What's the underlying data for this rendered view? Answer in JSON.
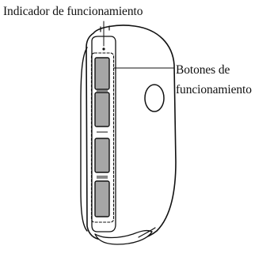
{
  "labels": {
    "indicator": "Indicador de funcionamiento",
    "buttons_line1": "Botones de",
    "buttons_line2": "funcionamiento"
  },
  "colors": {
    "outline": "#111111",
    "button_fill": "#a6a6a6",
    "body_fill": "#ffffff"
  }
}
